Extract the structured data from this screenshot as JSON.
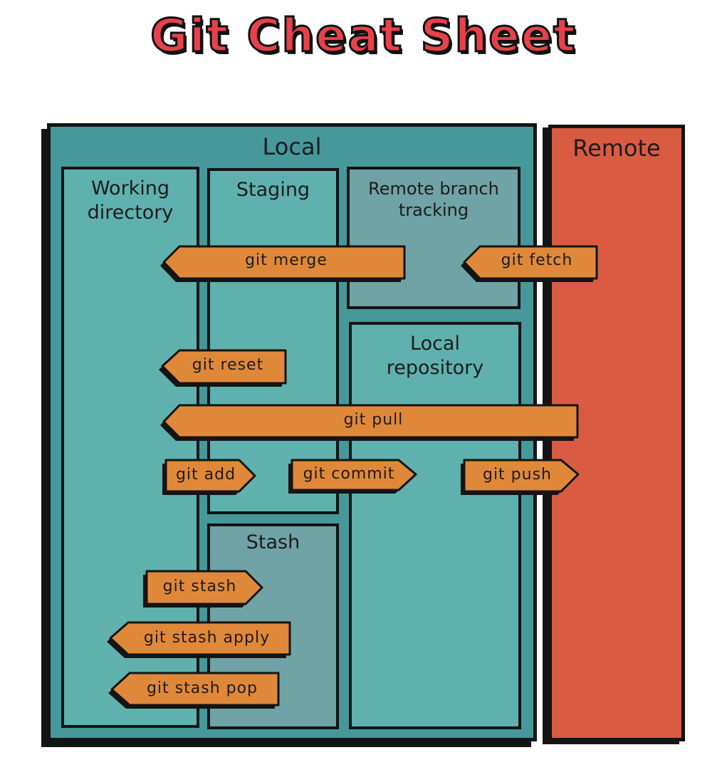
{
  "title": "Git Cheat Sheet",
  "areas": {
    "local": "Local",
    "remote": "Remote",
    "working_directory": "Working\ndirectory",
    "staging": "Staging",
    "remote_branch_tracking": "Remote branch\ntracking",
    "local_repository": "Local\nrepository",
    "stash": "Stash"
  },
  "commands": {
    "merge": "git merge",
    "fetch": "git fetch",
    "reset": "git reset",
    "pull": "git pull",
    "add": "git add",
    "commit": "git commit",
    "push": "git push",
    "stash": "git stash",
    "stash_apply": "git stash apply",
    "stash_pop": "git stash pop"
  },
  "colors": {
    "title": "#e8414a",
    "local": "#46989a",
    "area": "#5fb1ae",
    "tracking": "#6fa3a5",
    "remote": "#d95b42",
    "arrow": "#e0883a",
    "outline": "#141414"
  }
}
